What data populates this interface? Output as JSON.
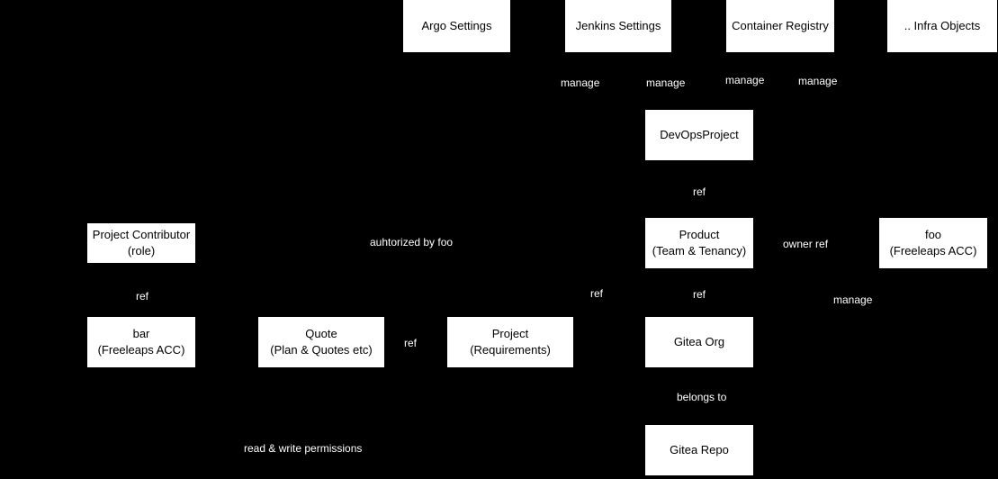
{
  "diagram": {
    "type": "flowchart",
    "background_color": "#000000",
    "node_fill_color": "#ffffff",
    "node_text_color": "#000000",
    "edge_label_text_color": "#ffffff",
    "nodes": {
      "argo_settings": {
        "label": "Argo Settings"
      },
      "jenkins_settings": {
        "label": "Jenkins Settings"
      },
      "container_registry": {
        "label": "Container Registry"
      },
      "infra_objects": {
        "label": ".. Infra Objects"
      },
      "devops_project": {
        "label": "DevOpsProject"
      },
      "product": {
        "label": "Product\n(Team & Tenancy)"
      },
      "foo_account": {
        "label": "foo\n(Freeleaps ACC)"
      },
      "project_contributor": {
        "label": "Project Contributor\n(role)"
      },
      "bar_account": {
        "label": "bar\n(Freeleaps ACC)"
      },
      "quote": {
        "label": "Quote\n(Plan & Quotes etc)"
      },
      "project": {
        "label": "Project\n(Requirements)"
      },
      "gitea_org": {
        "label": "Gitea Org"
      },
      "gitea_repo": {
        "label": "Gitea Repo"
      }
    },
    "edge_labels": {
      "manage_argo": "manage",
      "manage_jenkins": "manage",
      "manage_registry": "manage",
      "manage_infra": "manage",
      "ref_devops_to_product": "ref",
      "authorized_by_foo": "auhtorized by foo",
      "owner_ref": "owner ref",
      "ref_contributor_to_bar": "ref",
      "ref_project_to_product": "ref",
      "ref_product_to_gitea_org": "ref",
      "manage_foo": "manage",
      "ref_quote_to_project": "ref",
      "belongs_to": "belongs to",
      "read_write_permissions": "read & write permissions"
    }
  }
}
